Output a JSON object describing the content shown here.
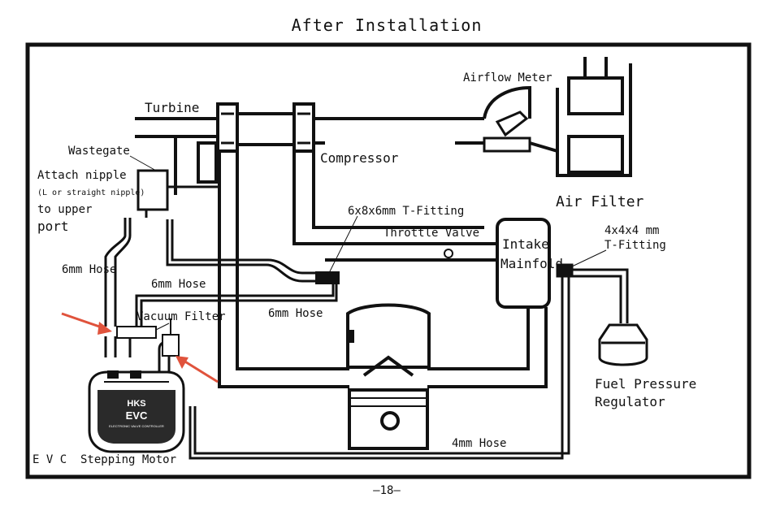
{
  "page": {
    "title": "After Installation",
    "page_number": "—18—"
  },
  "labels": {
    "airflow_meter": "Airflow Meter",
    "turbine": "Turbine",
    "compressor": "Compressor",
    "wastegate": "Wastegate",
    "attach_nipple_1": "Attach nipple",
    "attach_nipple_2": "(L or straight nipple)",
    "attach_nipple_3": "to upper",
    "attach_nipple_4": "port",
    "air_filter": "Air Filter",
    "t_fitting_686": "6x8x6mm T-Fitting",
    "throttle_valve": "Throttle Valve",
    "intake_manifold_1": "Intake",
    "intake_manifold_2": "Mainfold",
    "t_fitting_444_1": "4x4x4 mm",
    "t_fitting_444_2": "T-Fitting",
    "hose_6mm_left": "6mm Hose",
    "hose_6mm_mid": "6mm Hose",
    "hose_6mm_center": "6mm Hose",
    "vacuum_filter": "Vacuum Filter",
    "fuel_pressure_regulator_1": "Fuel Pressure",
    "fuel_pressure_regulator_2": "Regulator",
    "hose_4mm": "4mm Hose",
    "evc_stepping_motor": "E V C  Stepping Motor",
    "evc_brand": "HKS",
    "evc_model": "EVC",
    "evc_subtitle": "ELECTRONIC VALVE CONTROLLER"
  },
  "colors": {
    "line": "#111111",
    "arrow": "#e0533c",
    "background": "#ffffff"
  }
}
